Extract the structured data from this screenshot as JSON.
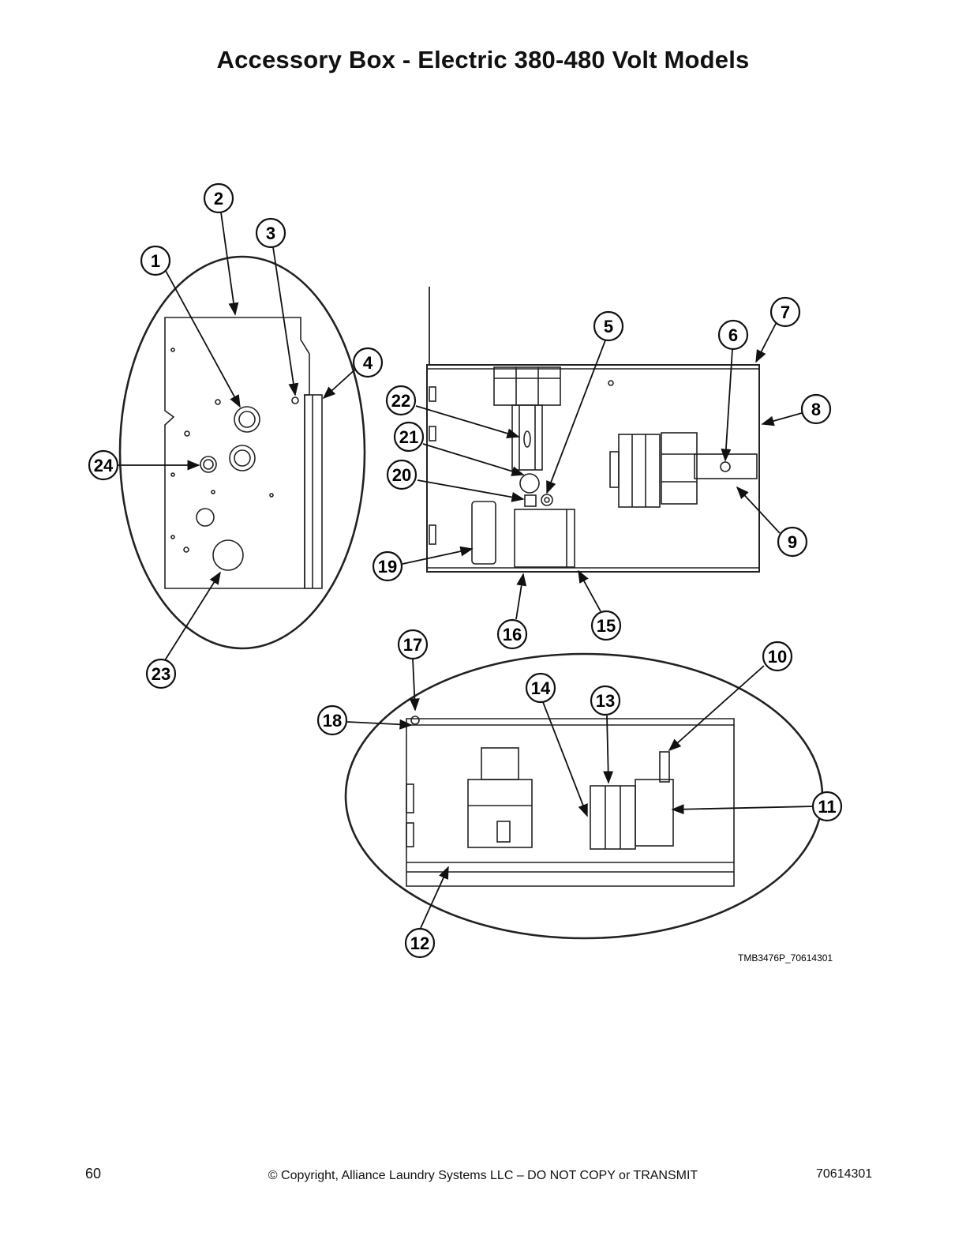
{
  "title": "Accessory Box - Electric 380-480 Volt Models",
  "drawing_id": "TMB3476P_70614301",
  "callouts": [
    "1",
    "2",
    "3",
    "4",
    "5",
    "6",
    "7",
    "8",
    "9",
    "10",
    "11",
    "12",
    "13",
    "14",
    "15",
    "16",
    "17",
    "18",
    "19",
    "20",
    "21",
    "22",
    "23",
    "24"
  ],
  "footer": {
    "page_number": "60",
    "copyright": "© Copyright, Alliance Laundry Systems LLC – DO NOT COPY or TRANSMIT",
    "document_number": "70614301"
  }
}
